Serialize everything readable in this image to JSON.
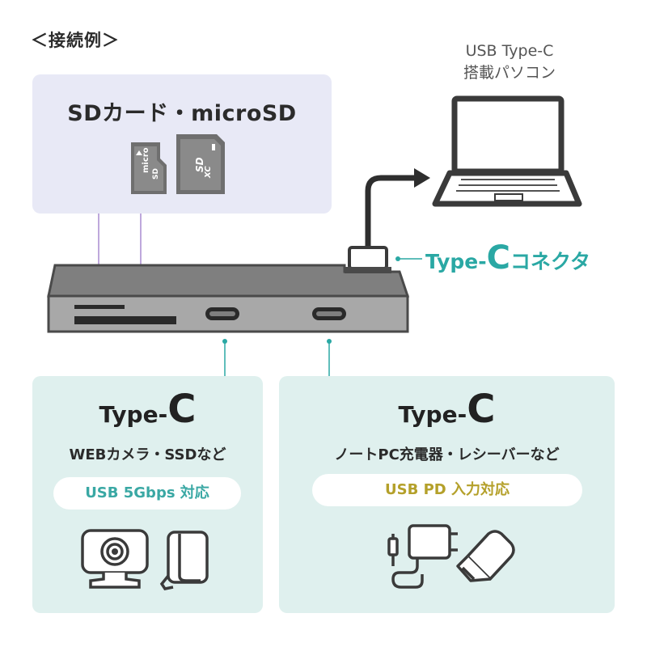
{
  "heading": "＜接続例＞",
  "pc": {
    "line1": "USB Type-C",
    "line2": "搭載パソコン",
    "icon": "laptop-icon"
  },
  "card_reader": {
    "title": "SDカード・microSD",
    "micro_card_text": "micro",
    "micro_card_logo": "SD",
    "sd_card_logo": "SD",
    "sd_card_sub": "XC"
  },
  "connector": {
    "prefix": "Type-",
    "letter": "C",
    "suffix": "コネクタ"
  },
  "left_panel": {
    "type_prefix": "Type-",
    "type_letter": "C",
    "description": "WEBカメラ・SSDなど",
    "pill": "USB 5Gbps 対応",
    "icons": [
      "webcam-icon",
      "ssd-icon"
    ]
  },
  "right_panel": {
    "type_prefix": "Type-",
    "type_letter": "C",
    "description": "ノートPC充電器・レシーバーなど",
    "pill": "USB PD 入力対応",
    "icons": [
      "charger-icon",
      "receiver-icon"
    ]
  },
  "colors": {
    "teal": "#2aa8a4",
    "gold": "#b4a02a",
    "lavender_line": "#a98bd0",
    "panel_bg": "#dff0ee",
    "sd_bg": "#e8e9f6",
    "hub_gray": "#9a9a9a"
  }
}
